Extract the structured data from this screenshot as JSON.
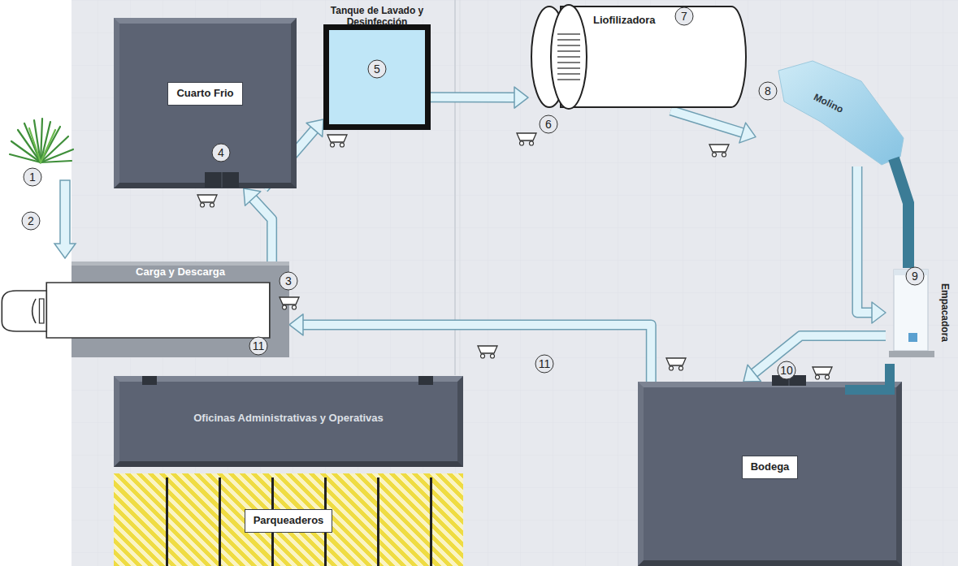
{
  "diagram": {
    "nodes": [
      {
        "text": [
          "Cuarto Frio"
        ]
      },
      {
        "text": [
          "Tanque de Lavado y Desinfección"
        ]
      },
      {
        "text": [
          "Liofilizadora"
        ]
      },
      {
        "text": [
          "Molino"
        ]
      },
      {
        "text": [
          "Carga y Descarga"
        ]
      },
      {
        "text": [
          "Empacadora"
        ]
      },
      {
        "text": [
          "Oficinas Administrativas y Operativas"
        ]
      },
      {
        "text": [
          "Parqueaderos"
        ]
      },
      {
        "text": [
          "Bodega"
        ]
      }
    ],
    "edges": [
      {
        "from": 4,
        "to": 0,
        "arrow": "to"
      },
      {
        "from": 0,
        "to": 1,
        "arrow": "to"
      },
      {
        "from": 1,
        "to": 2,
        "arrow": "to"
      },
      {
        "from": 2,
        "to": 3,
        "arrow": "to"
      },
      {
        "from": 3,
        "to": 5,
        "arrow": "to"
      },
      {
        "from": 5,
        "to": 8,
        "arrow": "to"
      },
      {
        "from": 8,
        "to": 4,
        "arrow": "to"
      }
    ],
    "labels": [
      "1",
      "2",
      "3",
      "4",
      "5",
      "6",
      "7",
      "8",
      "9",
      "10",
      "11",
      "11"
    ]
  }
}
